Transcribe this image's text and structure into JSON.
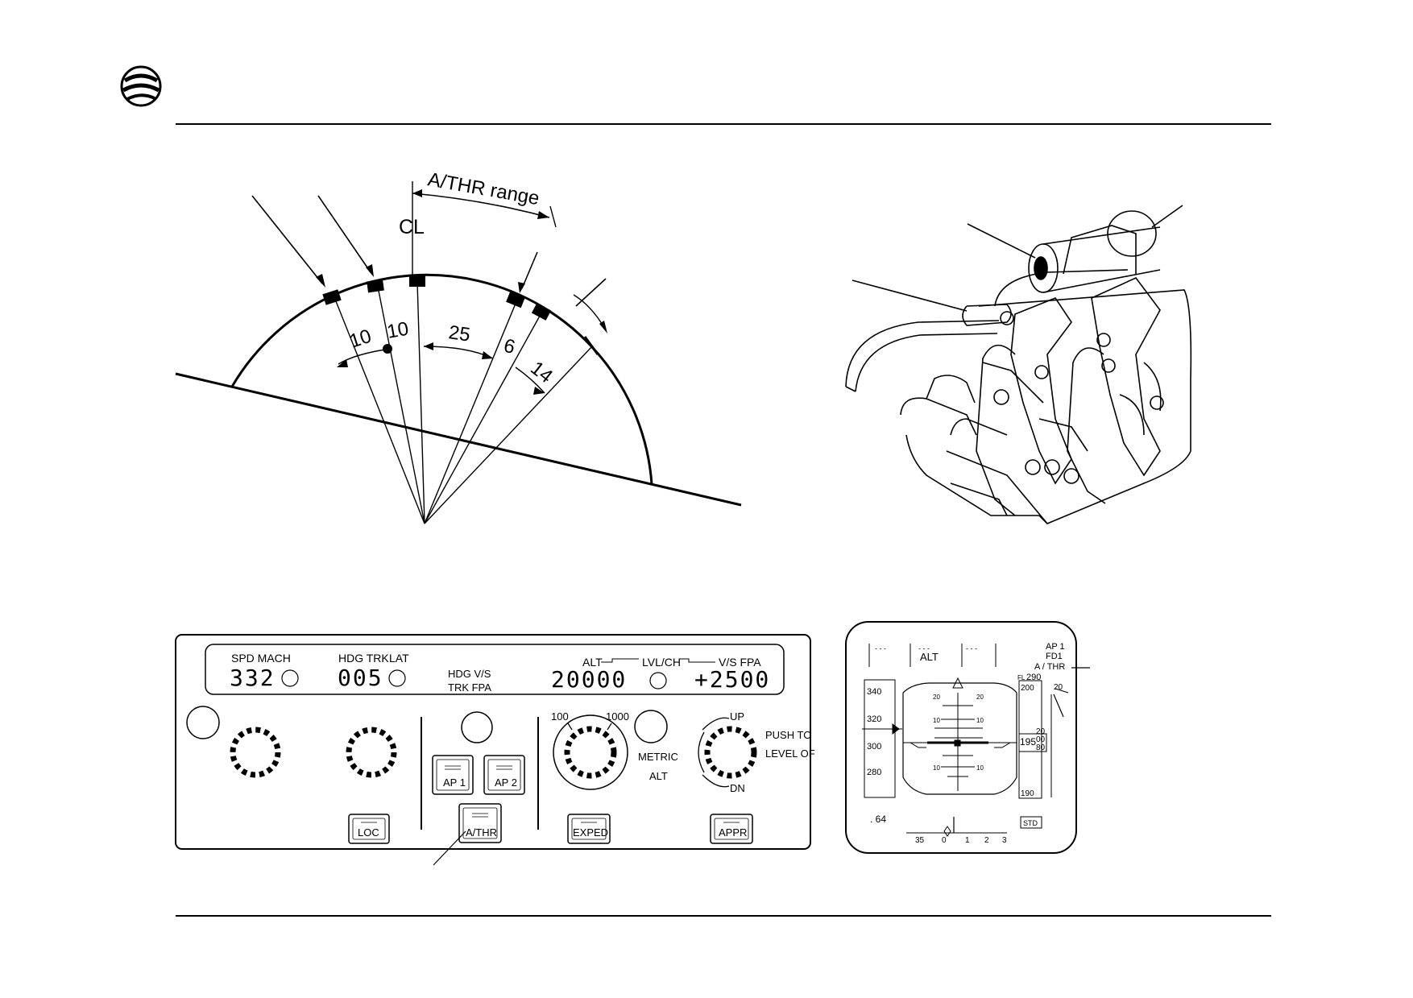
{
  "quadrant": {
    "athr_range_label": "A/THR range",
    "cl_label": "CL",
    "angles": [
      "10",
      "10",
      "25",
      "6",
      "14"
    ]
  },
  "fcu": {
    "spd_mach_label": "SPD MACH",
    "spd_value": "332",
    "hdg_trk_label": "HDG TRK",
    "lat_label": "LAT",
    "hdg_value": "005",
    "hdg_vs_label": "HDG V/S",
    "trk_fpa_label": "TRK FPA",
    "alt_label": "ALT",
    "lvl_ch_label": "LVL/CH",
    "vs_fpa_label": "V/S FPA",
    "alt_value": "20000",
    "vs_value": "+2500",
    "alt_100": "100",
    "alt_1000": "1000",
    "metric_label": "METRIC",
    "alt_word": "ALT",
    "up_label": "UP",
    "dn_label": "DN",
    "push_to_label": "PUSH TO",
    "level_of_label": "LEVEL OF",
    "buttons": {
      "ap1": "AP 1",
      "ap2": "AP 2",
      "athr": "A/THR",
      "loc": "LOC",
      "expe": "EXPED",
      "appr": "APPR"
    }
  },
  "pfd": {
    "fma_alt": "ALT",
    "fma_dash": "- - -",
    "ap1": "AP 1",
    "fd1": "FD1",
    "athr": "A / THR",
    "fl_prefix": "FL",
    "fl_value": "290",
    "speed_ticks": [
      "340",
      "320",
      "300",
      "280"
    ],
    "alt_ticks": [
      "200",
      "20",
      "00",
      "80",
      "190"
    ],
    "alt_value": "195",
    "vs_value": "20",
    "pitch_labels": [
      "10",
      "10",
      "10",
      "10",
      "20",
      "20"
    ],
    "mach": ". 64",
    "heading_ticks": [
      "35",
      "0",
      "1",
      "2",
      "3"
    ],
    "std": "STD"
  }
}
